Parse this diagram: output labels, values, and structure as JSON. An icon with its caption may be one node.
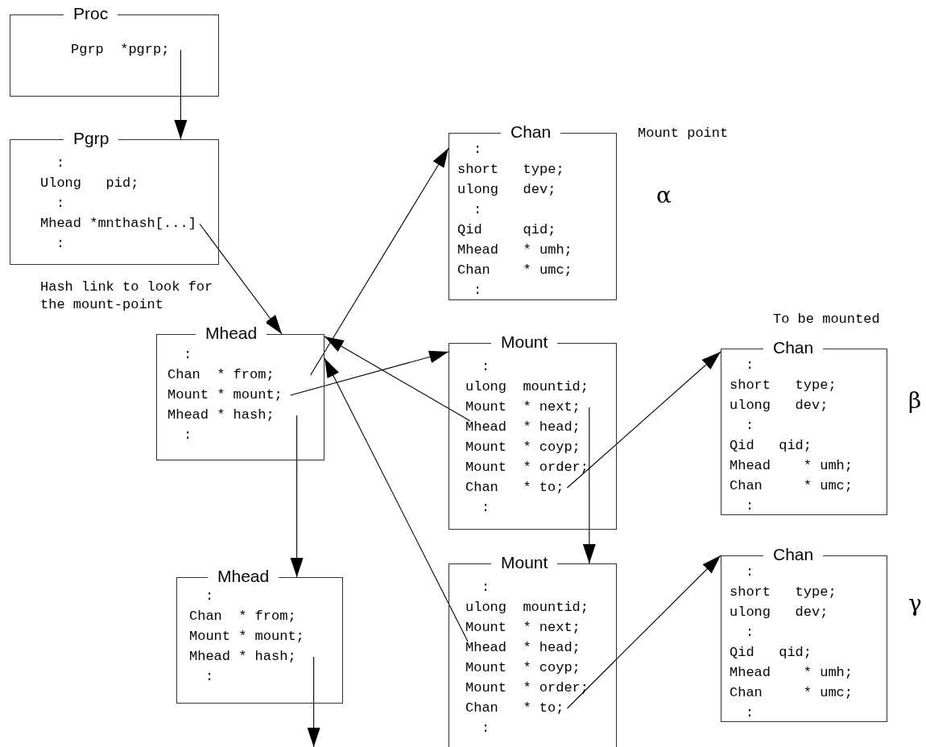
{
  "diagram": {
    "nodes": [
      {
        "text": [
          "Proc",
          "Pgrp  *pgrp;"
        ]
      },
      {
        "text": [
          "Pgrp",
          ":",
          "Ulong   pid;",
          ":",
          "Mhead *mnthash[...]",
          ":"
        ]
      },
      {
        "text": [
          "Chan",
          ":",
          "short   type;",
          "ulong   dev;",
          ":",
          "Qid     qid;",
          "Mhead   * umh;",
          "Chan    * umc;",
          ":"
        ]
      },
      {
        "text": [
          "Mhead",
          ":",
          "Chan  * from;",
          "Mount * mount;",
          "Mhead * hash;",
          ":"
        ]
      },
      {
        "text": [
          "Mount",
          ":",
          "ulong  mountid;",
          "Mount  * next;",
          "Mhead  * head;",
          "Mount  * coyp;",
          "Mount  * order;",
          "Chan   * to;",
          ":"
        ]
      },
      {
        "text": [
          "Chan",
          ":",
          "short   type;",
          "ulong   dev;",
          ":",
          "Qid   qid;",
          "Mhead    * umh;",
          "Chan     * umc;",
          ":"
        ]
      },
      {
        "text": [
          "Mhead",
          ":",
          "Chan  * from;",
          "Mount * mount;",
          "Mhead * hash;",
          ":"
        ]
      },
      {
        "text": [
          "Mount",
          ":",
          "ulong  mountid;",
          "Mount  * next;",
          "Mhead  * head;",
          "Mount  * coyp;",
          "Mount  * order;",
          "Chan   * to;",
          ":"
        ]
      },
      {
        "text": [
          "Chan",
          ":",
          "short   type;",
          "ulong   dev;",
          ":",
          "Qid   qid;",
          "Mhead    * umh;",
          "Chan     * umc;",
          ":"
        ]
      }
    ],
    "edges": [
      {
        "from": 0,
        "to": 1,
        "arrow": "to"
      },
      {
        "from": 1,
        "to": 3,
        "arrow": "to"
      },
      {
        "from": 3,
        "to": 2,
        "arrow": "to"
      },
      {
        "from": 3,
        "to": 4,
        "arrow": "to"
      },
      {
        "from": 3,
        "to": 6,
        "arrow": "to"
      },
      {
        "from": 4,
        "to": 3,
        "arrow": "to"
      },
      {
        "from": 4,
        "to": 7,
        "arrow": "to"
      },
      {
        "from": 4,
        "to": 5,
        "arrow": "to"
      },
      {
        "from": 7,
        "to": 3,
        "arrow": "to"
      },
      {
        "from": 7,
        "to": 8,
        "arrow": "to"
      },
      {
        "from": 6,
        "to": null,
        "arrow": "to"
      }
    ],
    "labels": [
      "Mount point",
      "α",
      "Hash link to look for the mount-point",
      "To be mounted",
      "β",
      "γ"
    ]
  }
}
